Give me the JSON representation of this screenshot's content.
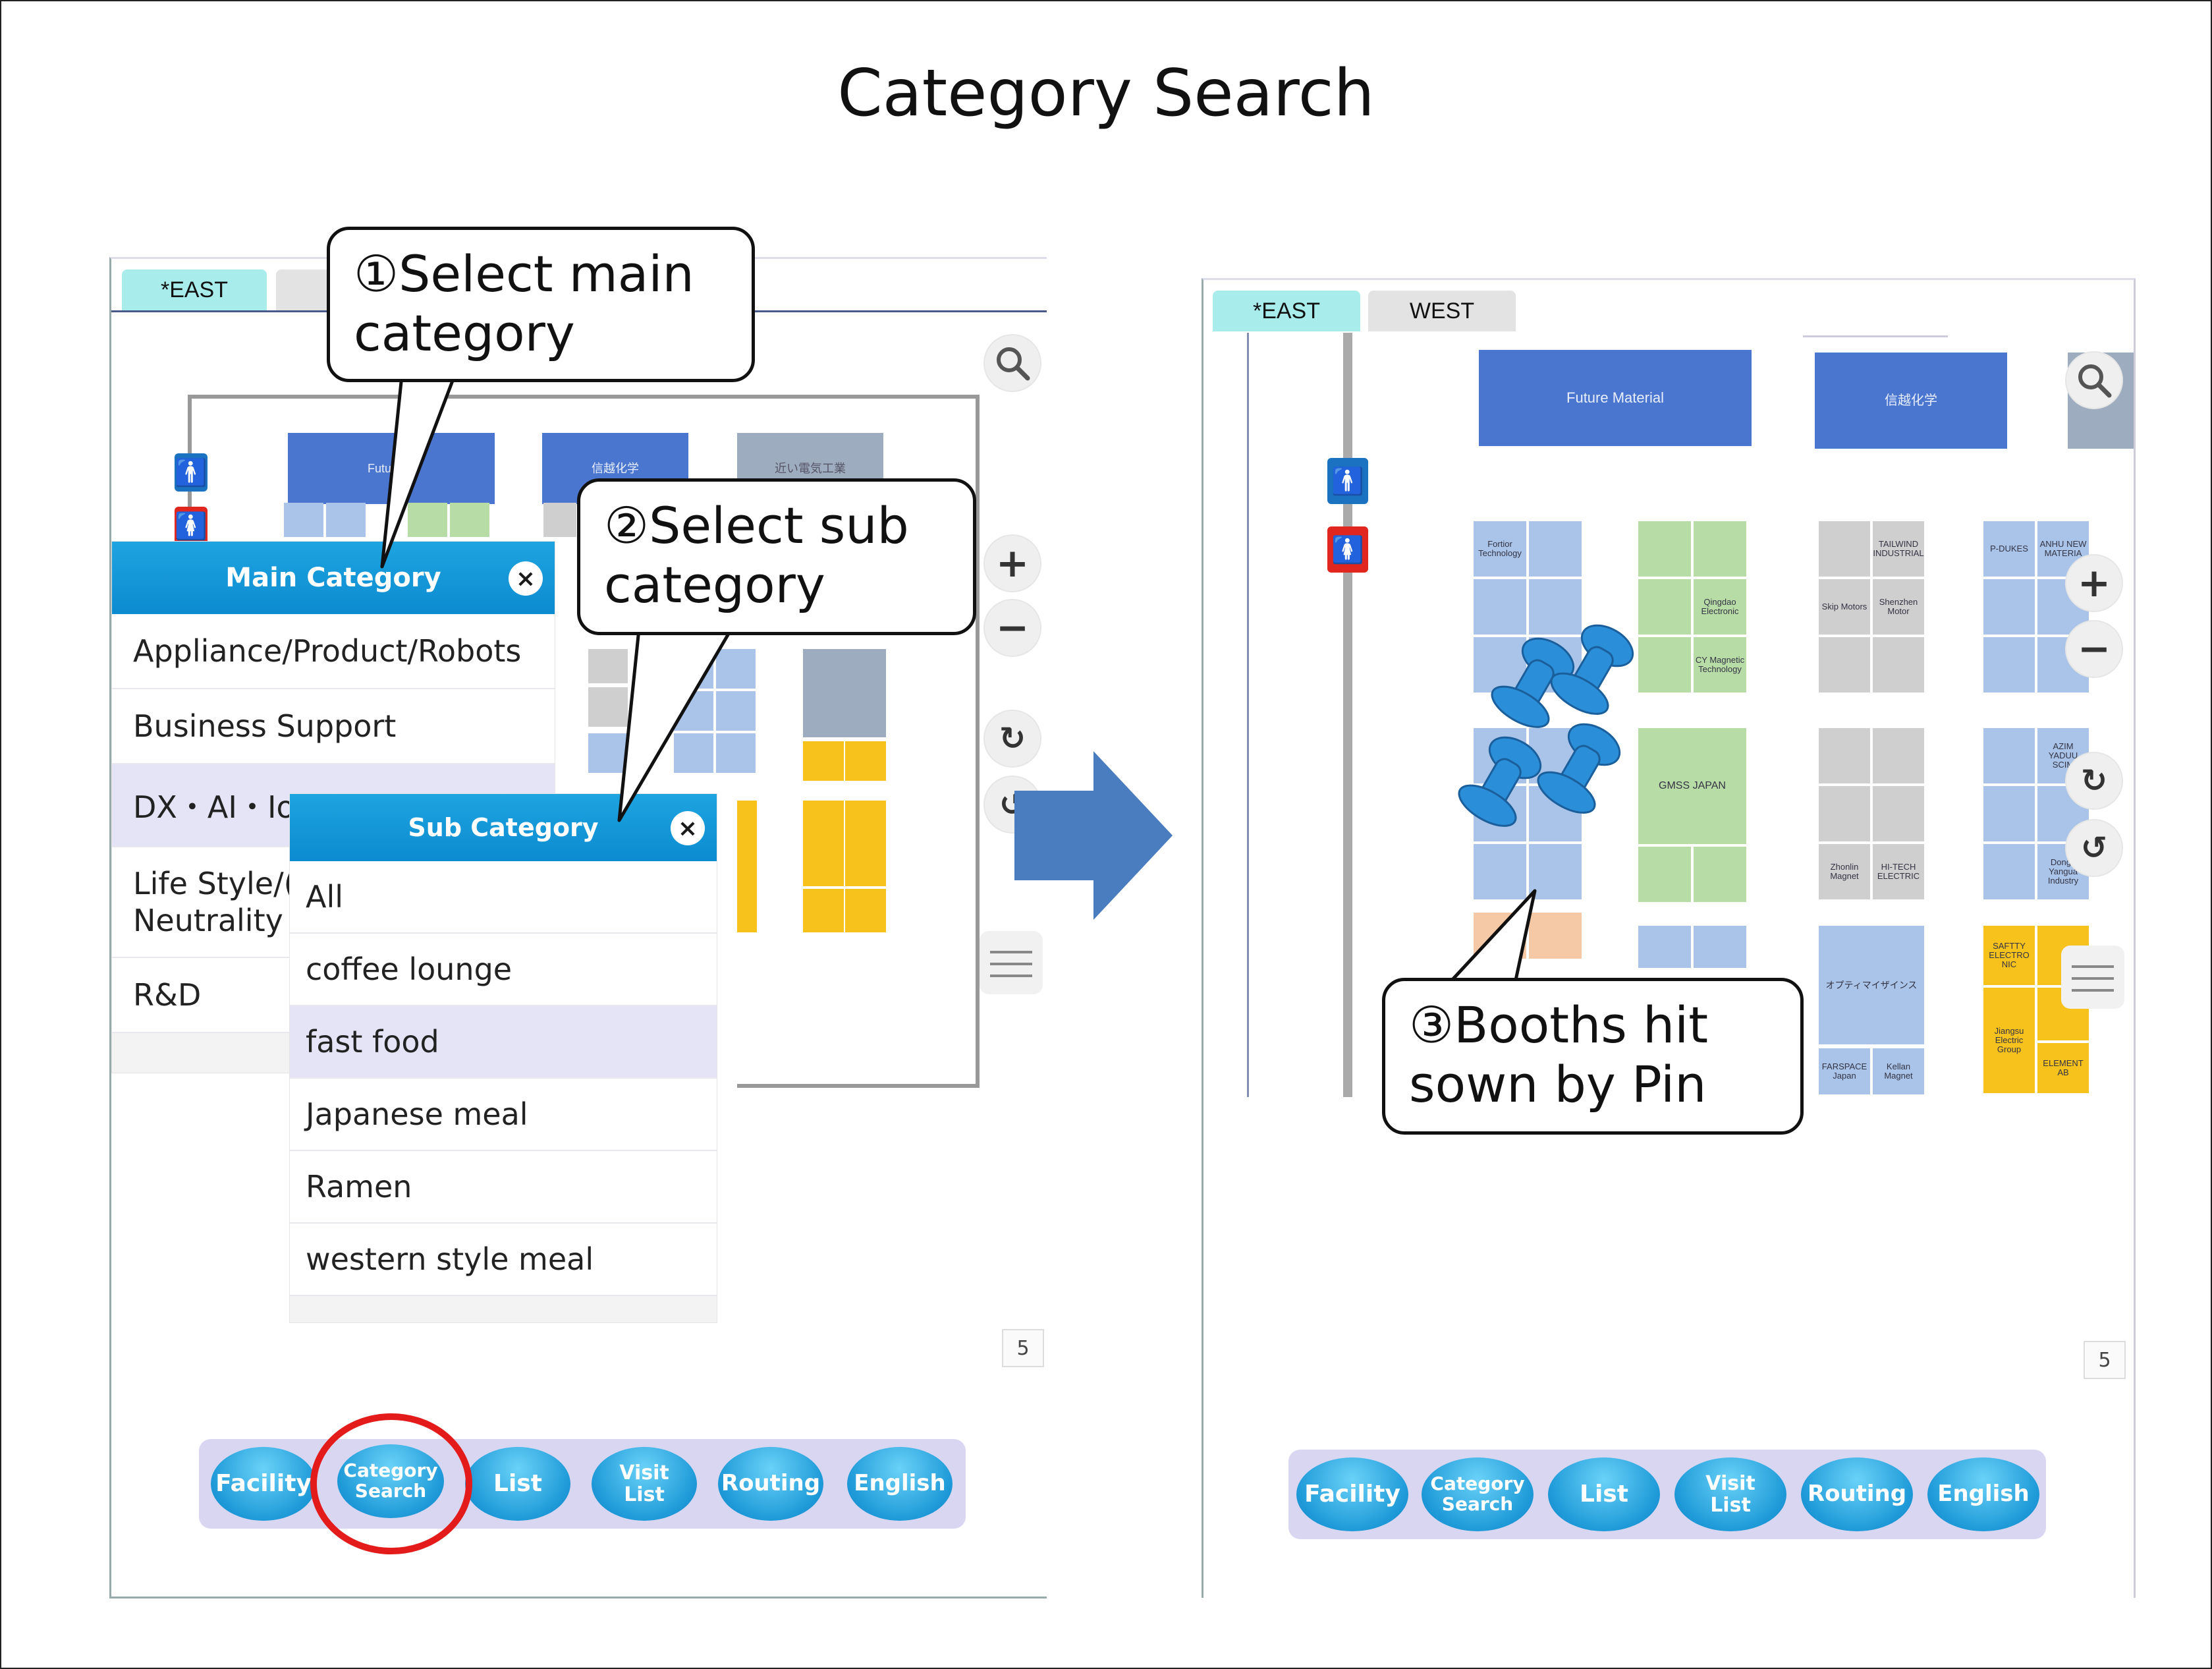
{
  "title": "Category Search",
  "left": {
    "tabs": [
      {
        "label": "*EAST",
        "active": true
      }
    ],
    "booths": {
      "future": "Future M",
      "shinetsu": "信越化学",
      "slate": "近い電気工業"
    },
    "zoom_in": "+",
    "zoom_out": "−",
    "page_number": "5",
    "main_menu": {
      "header": "Main Category",
      "items": [
        "Appliance/Product/Robots",
        "Business Support",
        "DX・AI・Io",
        "Life Style/(",
        "Neutrality",
        "R&D"
      ]
    },
    "sub_menu": {
      "header": "Sub Category",
      "items": [
        "All",
        "coffee lounge",
        "fast food",
        "Japanese meal",
        "Ramen",
        "western style meal"
      ],
      "selected": "fast food"
    }
  },
  "right": {
    "tabs": [
      {
        "label": "*EAST",
        "active": true
      },
      {
        "label": "WEST",
        "active": false
      }
    ],
    "booths": {
      "future": "Future Material",
      "shinetsu": "信越化学",
      "fortior": "Fortior Technology",
      "tailwind": "TAILWIND INDUSTRIAL",
      "pdukes": "P-DUKES",
      "anhui": "ANHU NEW MATERIA",
      "qingdao": "Qingdao Electronic",
      "cy": "CY Magnetic Technology",
      "skip": "Skip Motors",
      "shenzhen": "Shenzhen Motor",
      "gmss": "GMSS JAPAN",
      "zhonlin": "Zhonlin Magnet",
      "hitech": "HI-TECH ELECTRIC",
      "azim": "AZIM YADUU SCIM",
      "dongguan": "Dongg Yangua Industry",
      "saftty": "SAFTTY ELECTRO NIC",
      "element": "ELEMENT AB",
      "farspace": "FARSPACE Japan",
      "kellan": "Kellan Magnet",
      "optimize": "オプティマイザインス",
      "jiangsu": "Jiangsu Electric Group"
    },
    "zoom_in": "+",
    "zoom_out": "−",
    "page_number": "5"
  },
  "nav_buttons": [
    "Facility",
    "Category Search",
    "List",
    "Visit List",
    "Routing",
    "English"
  ],
  "callouts": {
    "step1": "①Select main category",
    "step2": "②Select sub category",
    "step3": "③Booths hit sown by Pin"
  },
  "colors": {
    "accent_blue": "#0c8bd0",
    "arrow": "#4a7cc0",
    "highlight_circle": "#e31b1b",
    "pin": "#2b8ed8"
  },
  "icons": [
    "search-icon",
    "plus-icon",
    "minus-icon",
    "rotate-icon",
    "menu-icon",
    "close-icon",
    "arrow-right-icon",
    "pin-icon",
    "male-toilet-icon",
    "female-toilet-icon"
  ]
}
